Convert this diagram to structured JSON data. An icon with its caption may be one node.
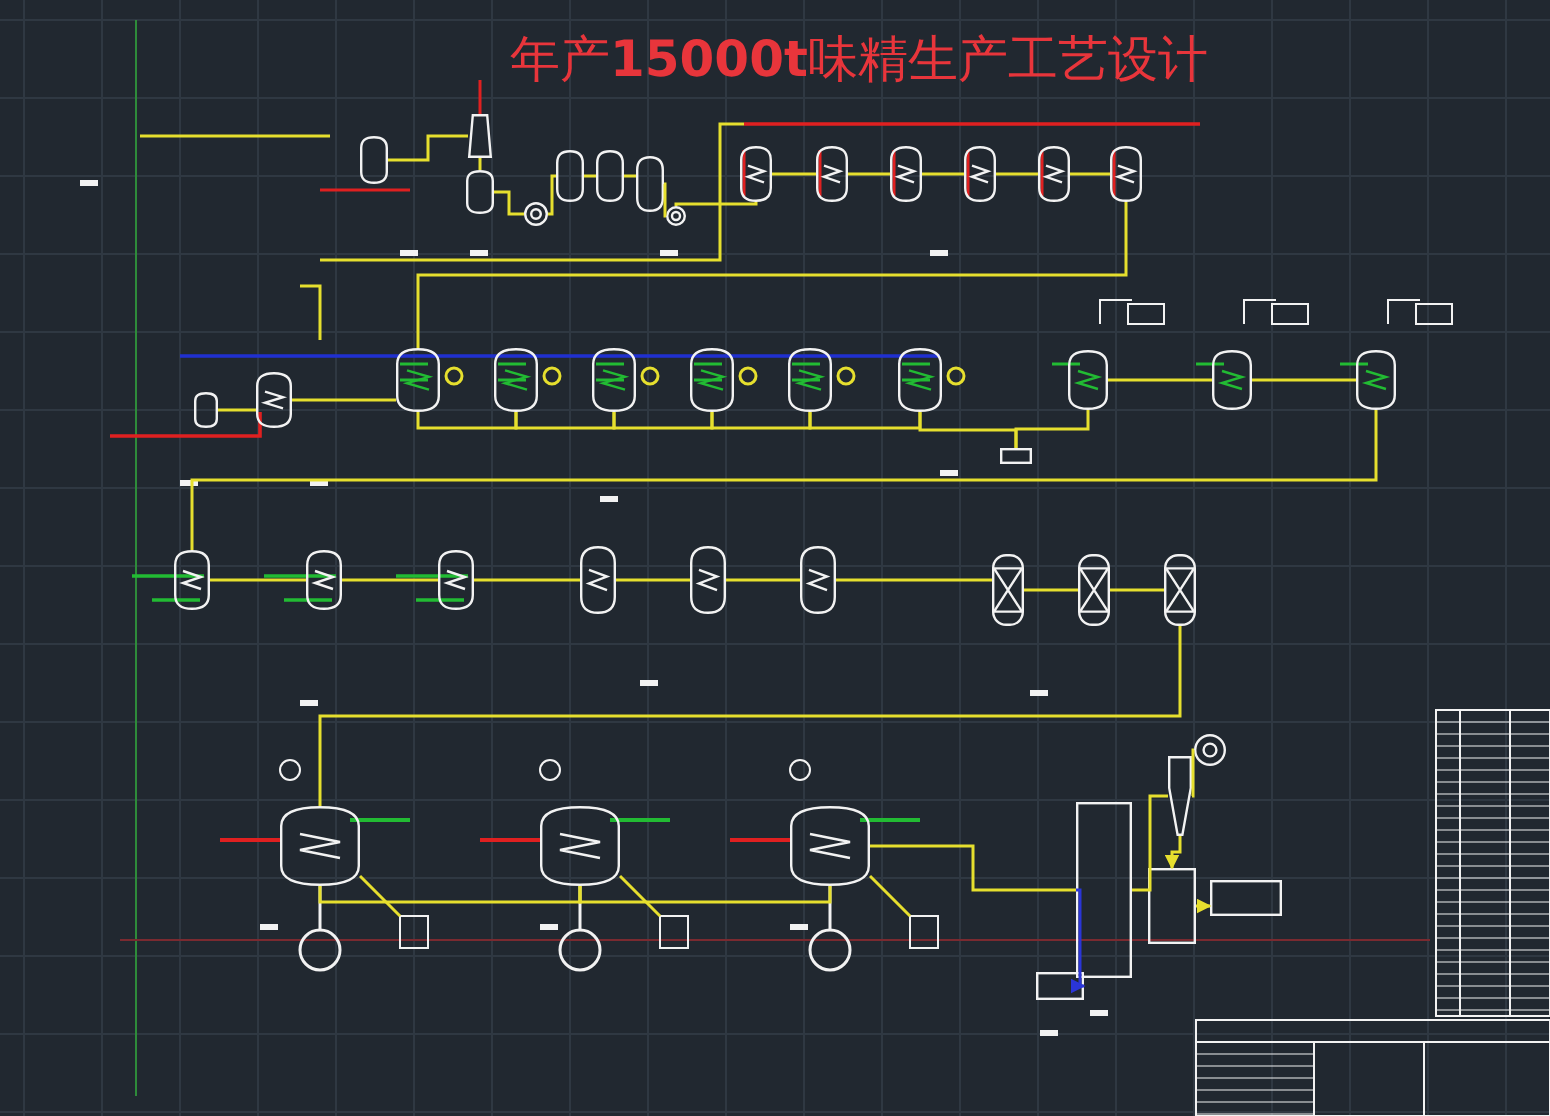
{
  "diagram": {
    "title": "年产**15000t**味精生产工艺设计",
    "nodes": [
      {
        "text": [],
        "shape": "tank"
      },
      {
        "text": [],
        "shape": "hopper"
      },
      {
        "text": [],
        "shape": "tank"
      },
      {
        "text": [],
        "shape": "pump"
      },
      {
        "text": [],
        "shape": "tank"
      },
      {
        "text": [],
        "shape": "tank"
      },
      {
        "text": [],
        "shape": "tank"
      },
      {
        "text": [],
        "shape": "pump"
      },
      {
        "text": [],
        "shape": "tank"
      },
      {
        "text": [],
        "shape": "tank"
      },
      {
        "text": [],
        "shape": "tank"
      },
      {
        "text": [],
        "shape": "tank"
      },
      {
        "text": [],
        "shape": "tank"
      },
      {
        "text": [],
        "shape": "tank"
      },
      {
        "text": [],
        "shape": "tank"
      },
      {
        "text": [],
        "shape": "tank"
      },
      {
        "text": [],
        "shape": "tank"
      },
      {
        "text": [],
        "shape": "tank"
      },
      {
        "text": [],
        "shape": "tank"
      },
      {
        "text": [],
        "shape": "tank"
      },
      {
        "text": [],
        "shape": "tank"
      },
      {
        "text": [],
        "shape": "tank"
      },
      {
        "text": [],
        "shape": "box"
      },
      {
        "text": [],
        "shape": "tank"
      },
      {
        "text": [],
        "shape": "tank"
      },
      {
        "text": [],
        "shape": "tank"
      },
      {
        "text": [],
        "shape": "tank"
      },
      {
        "text": [],
        "shape": "tank"
      },
      {
        "text": [],
        "shape": "tank"
      },
      {
        "text": [],
        "shape": "tank"
      },
      {
        "text": [],
        "shape": "tank"
      },
      {
        "text": [],
        "shape": "tank"
      },
      {
        "text": [],
        "shape": "column"
      },
      {
        "text": [],
        "shape": "column"
      },
      {
        "text": [],
        "shape": "column"
      },
      {
        "text": [],
        "shape": "tank"
      },
      {
        "text": [],
        "shape": "tank"
      },
      {
        "text": [],
        "shape": "tank"
      },
      {
        "text": [],
        "shape": "box"
      },
      {
        "text": [],
        "shape": "cyclone"
      },
      {
        "text": [],
        "shape": "box"
      },
      {
        "text": [],
        "shape": "box"
      },
      {
        "text": [],
        "shape": "fan"
      },
      {
        "text": [],
        "shape": "box"
      }
    ],
    "edges": [
      {
        "from": 0,
        "to": 1,
        "arrow": "none"
      },
      {
        "from": 1,
        "to": 2,
        "arrow": "none"
      },
      {
        "from": 2,
        "to": 3,
        "arrow": "none"
      },
      {
        "from": 3,
        "to": 4,
        "arrow": "none"
      },
      {
        "from": 4,
        "to": 5,
        "arrow": "none"
      },
      {
        "from": 5,
        "to": 6,
        "arrow": "none"
      },
      {
        "from": 6,
        "to": 7,
        "arrow": "none"
      },
      {
        "from": 7,
        "to": 8,
        "arrow": "none"
      },
      {
        "from": 8,
        "to": 9,
        "arrow": "none"
      },
      {
        "from": 9,
        "to": 10,
        "arrow": "none"
      },
      {
        "from": 10,
        "to": 11,
        "arrow": "none"
      },
      {
        "from": 11,
        "to": 12,
        "arrow": "none"
      },
      {
        "from": 12,
        "to": 13,
        "arrow": "none"
      },
      {
        "from": 13,
        "to": 16,
        "arrow": "none"
      },
      {
        "from": 14,
        "to": 15,
        "arrow": "none"
      },
      {
        "from": 15,
        "to": 16,
        "arrow": "none"
      },
      {
        "from": 16,
        "to": 17,
        "arrow": "none"
      },
      {
        "from": 17,
        "to": 18,
        "arrow": "none"
      },
      {
        "from": 18,
        "to": 19,
        "arrow": "none"
      },
      {
        "from": 19,
        "to": 20,
        "arrow": "none"
      },
      {
        "from": 20,
        "to": 21,
        "arrow": "none"
      },
      {
        "from": 21,
        "to": 22,
        "arrow": "none"
      },
      {
        "from": 22,
        "to": 23,
        "arrow": "none"
      },
      {
        "from": 23,
        "to": 24,
        "arrow": "none"
      },
      {
        "from": 24,
        "to": 25,
        "arrow": "none"
      },
      {
        "from": 25,
        "to": 26,
        "arrow": "none"
      },
      {
        "from": 26,
        "to": 27,
        "arrow": "none"
      },
      {
        "from": 27,
        "to": 28,
        "arrow": "none"
      },
      {
        "from": 28,
        "to": 29,
        "arrow": "none"
      },
      {
        "from": 29,
        "to": 30,
        "arrow": "none"
      },
      {
        "from": 30,
        "to": 31,
        "arrow": "none"
      },
      {
        "from": 31,
        "to": 32,
        "arrow": "none"
      },
      {
        "from": 32,
        "to": 33,
        "arrow": "none"
      },
      {
        "from": 33,
        "to": 34,
        "arrow": "none"
      },
      {
        "from": 34,
        "to": 35,
        "arrow": "none"
      },
      {
        "from": 35,
        "to": 36,
        "arrow": "none"
      },
      {
        "from": 36,
        "to": 37,
        "arrow": "none"
      },
      {
        "from": 37,
        "to": 38,
        "arrow": "none"
      },
      {
        "from": 38,
        "to": 39,
        "arrow": "none"
      },
      {
        "from": 39,
        "to": 40,
        "arrow": "to"
      },
      {
        "from": 40,
        "to": 41,
        "arrow": "to"
      },
      {
        "from": 39,
        "to": 42,
        "arrow": "none"
      },
      {
        "from": 38,
        "to": 43,
        "arrow": "to",
        "color": "#2a35d8"
      }
    ]
  }
}
